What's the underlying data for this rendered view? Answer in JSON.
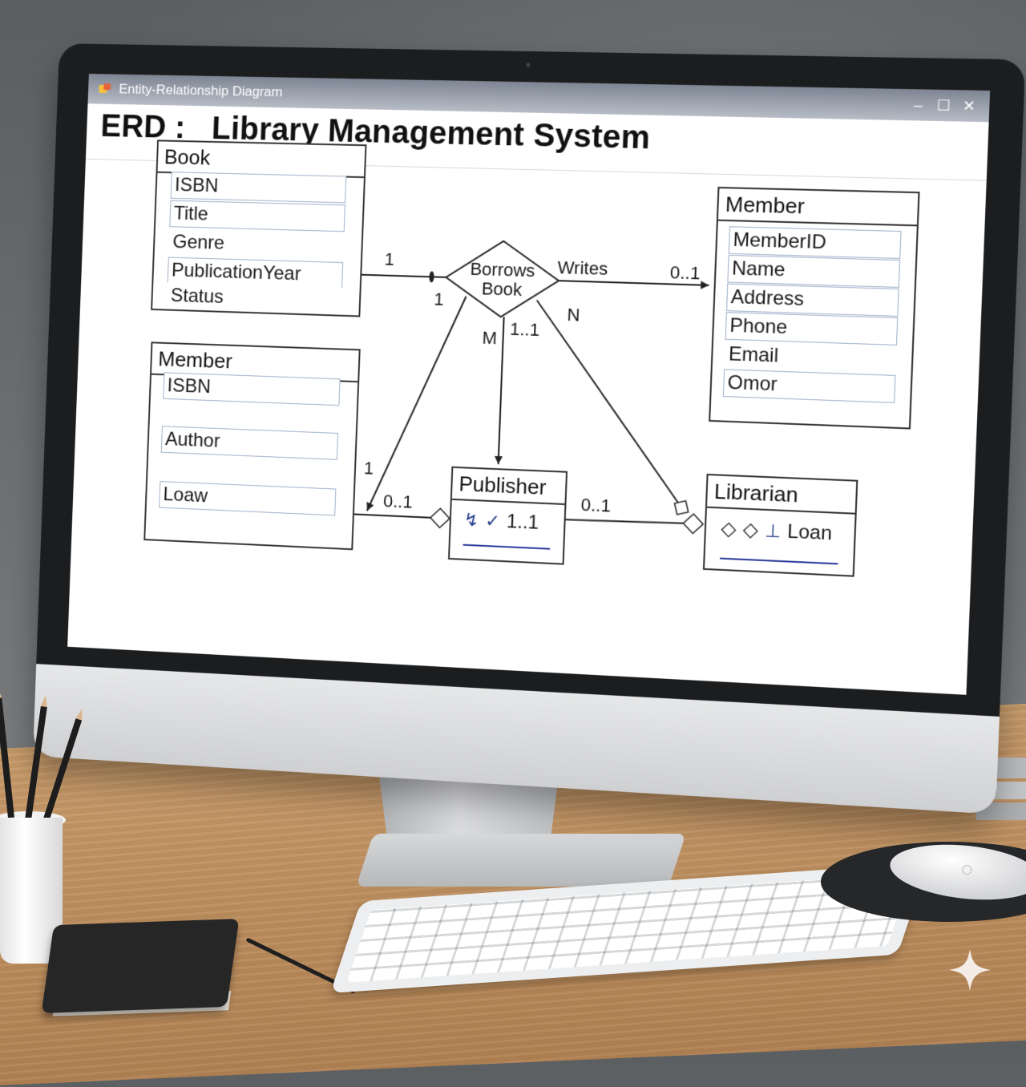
{
  "window": {
    "title": "Entity-Relationship Diagram",
    "controls": {
      "minimize": "–",
      "maximize": "☐",
      "close": "✕"
    }
  },
  "doc_title": "ERD :   Library Management System",
  "entities": {
    "book": {
      "title": "Book",
      "fields": [
        "ISBN",
        "Title",
        "Genre",
        "PublicationYear",
        "Status"
      ]
    },
    "member_right": {
      "title": "Member",
      "fields": [
        "MemberID",
        "Name",
        "Address",
        "Phone",
        "Email",
        "Omor"
      ]
    },
    "member_left": {
      "title": "Member",
      "fields": [
        "ISBN",
        "Author",
        "Loaw"
      ]
    },
    "publisher": {
      "title": "Publisher",
      "row_text": "1..1"
    },
    "librarian": {
      "title": "Librarian",
      "row_text": "Loan"
    }
  },
  "relationship": {
    "line1": "Borrows",
    "line2": "Book"
  },
  "labels": {
    "book_to_rel_1": "1",
    "book_to_rel_2": "1",
    "writes": "Writes",
    "member_card": "0..1",
    "rel_M": "M",
    "rel_11": "1..1",
    "rel_N": "N",
    "left_member_1": "1",
    "left_member_01": "0..1",
    "publisher_librarian_01": "0..1"
  },
  "icons": [
    "app-icon",
    "minimize-icon",
    "maximize-icon",
    "close-icon",
    "diamond-icon",
    "arrowhead-icon",
    "sparkle-icon"
  ]
}
